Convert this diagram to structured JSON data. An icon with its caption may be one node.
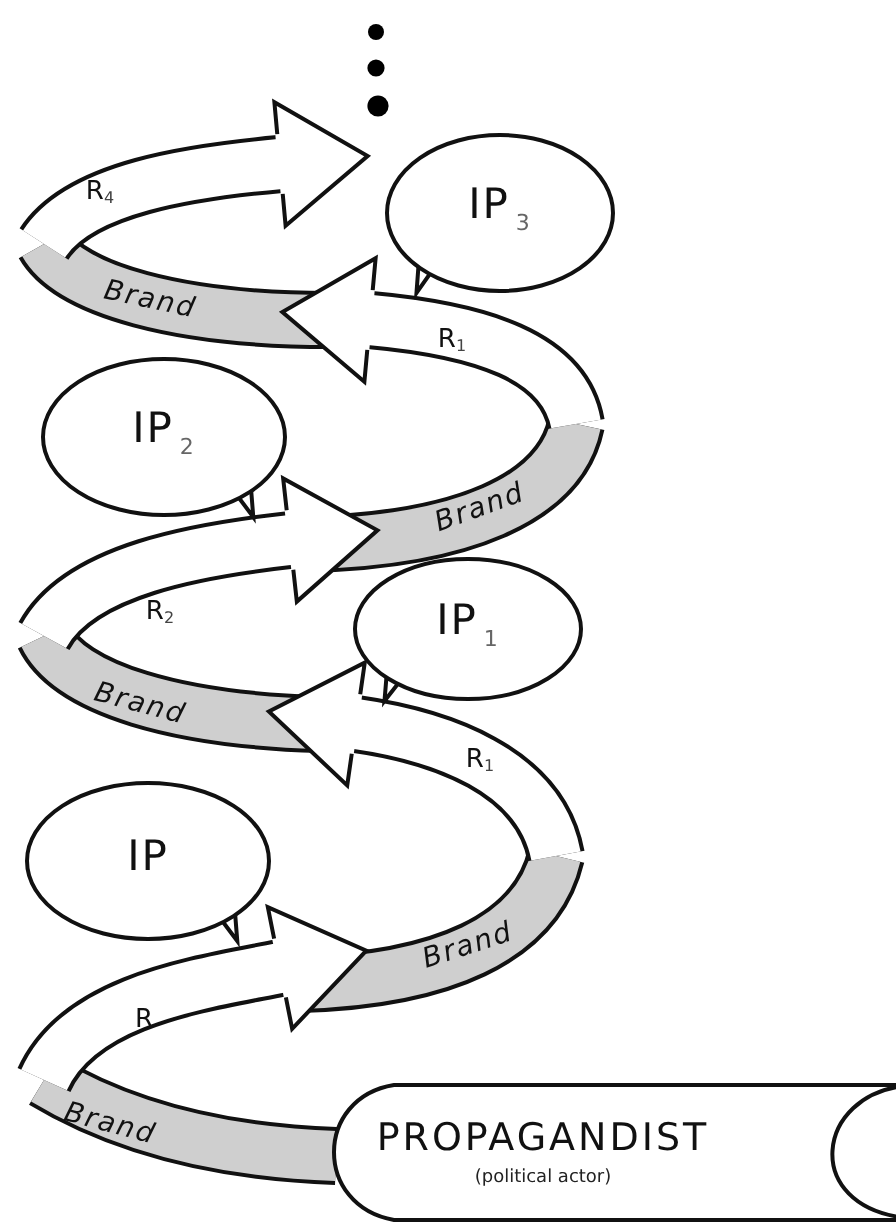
{
  "diagram": {
    "nodes": [
      {
        "text": [
          "IP$_{3}$"
        ]
      },
      {
        "text": [
          "IP$_{2}$"
        ]
      },
      {
        "text": [
          "IP$_{1}$"
        ]
      },
      {
        "text": [
          "IP"
        ]
      },
      {
        "text": [
          "PROPAGANDIST",
          "(political actor)"
        ]
      }
    ],
    "labels": [
      "R$_{4}$",
      "Brand",
      "R$_{1}$",
      "Brand",
      "R$_{2}$",
      "Brand",
      "R$_{1}$",
      "Brand",
      "R",
      "Brand"
    ]
  }
}
